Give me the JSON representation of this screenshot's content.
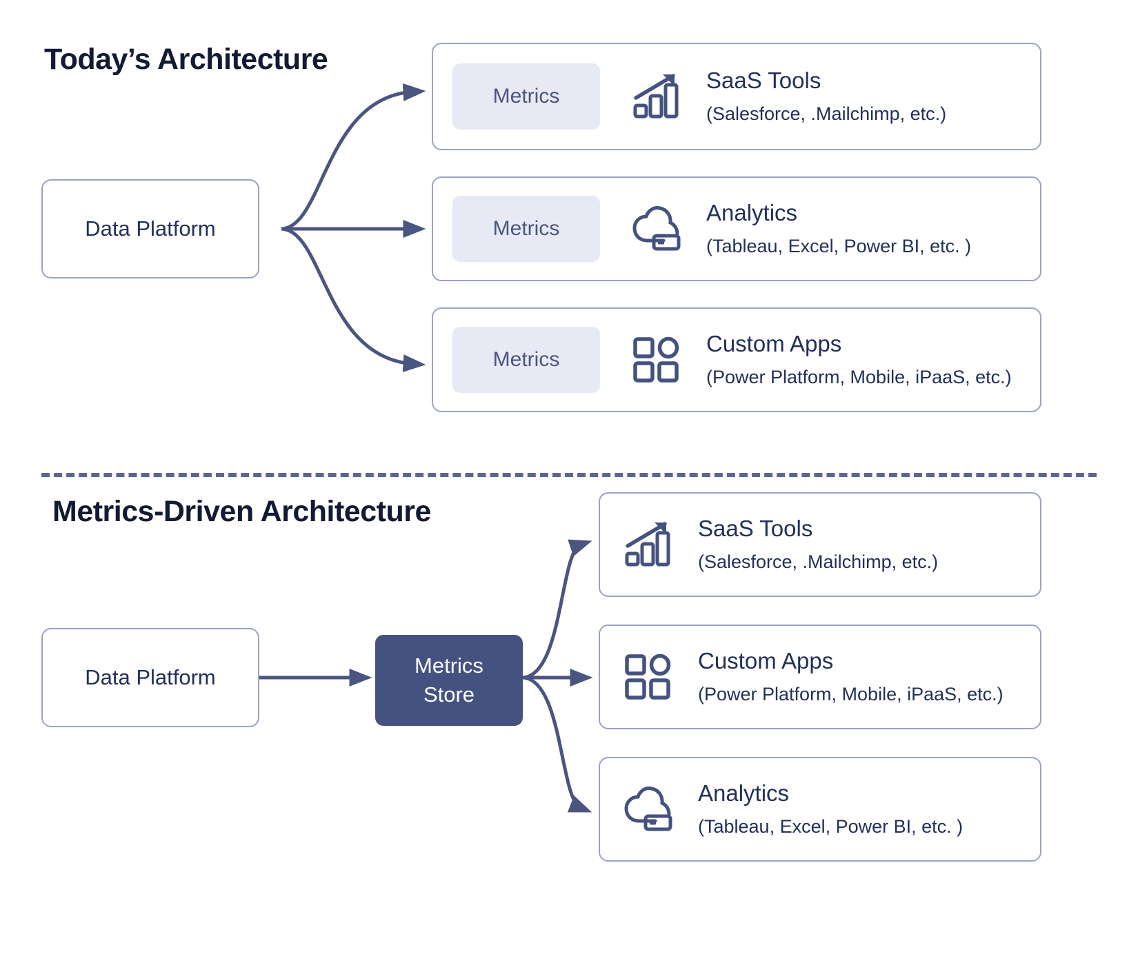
{
  "diagram": {
    "title_color": "#131a33",
    "accent_color": "#44527f",
    "border_color": "#9aa2c6",
    "chip_color": "#e7eaf5"
  },
  "sections": {
    "top": {
      "title": "Today’s Architecture",
      "source": {
        "label": "Data Platform"
      },
      "cards": [
        {
          "chip": "Metrics",
          "icon": "bar-chart-growth-icon",
          "title": "SaaS Tools",
          "subtitle": "(Salesforce, .Mailchimp, etc.)"
        },
        {
          "chip": "Metrics",
          "icon": "cloud-database-icon",
          "title": "Analytics",
          "subtitle": "(Tableau, Excel, Power BI, etc. )"
        },
        {
          "chip": "Metrics",
          "icon": "app-grid-icon",
          "title": "Custom Apps",
          "subtitle": "(Power Platform, Mobile, iPaaS, etc.)"
        }
      ]
    },
    "bottom": {
      "title": "Metrics-Driven Architecture",
      "source": {
        "label": "Data Platform"
      },
      "store": {
        "line1": "Metrics",
        "line2": "Store"
      },
      "cards": [
        {
          "icon": "bar-chart-growth-icon",
          "title": "SaaS Tools",
          "subtitle": "(Salesforce, .Mailchimp, etc.)"
        },
        {
          "icon": "app-grid-icon",
          "title": "Custom Apps",
          "subtitle": "(Power Platform, Mobile, iPaaS, etc.)"
        },
        {
          "icon": "cloud-database-icon",
          "title": "Analytics",
          "subtitle": "(Tableau, Excel, Power BI, etc. )"
        }
      ]
    }
  }
}
